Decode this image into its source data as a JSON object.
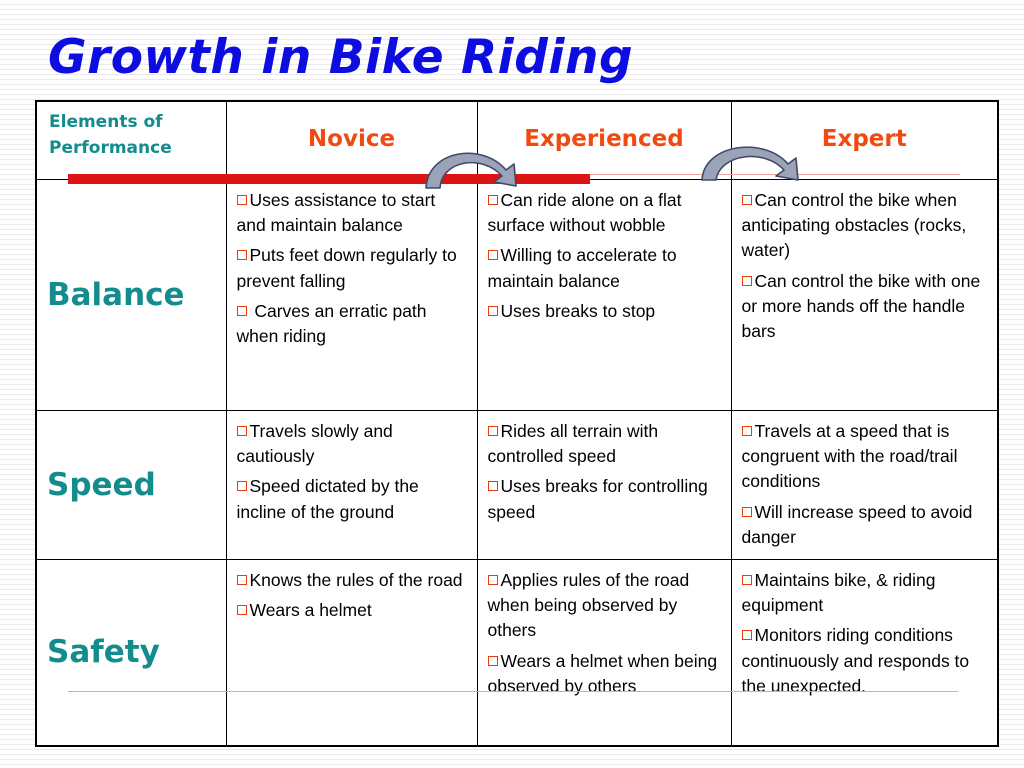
{
  "title": "Growth in Bike Riding",
  "header": {
    "corner_label": "Elements of\nPerformance",
    "levels": [
      "Novice",
      "Experienced",
      "Expert"
    ]
  },
  "rows": [
    {
      "name": "Balance",
      "cells": [
        [
          "Uses assistance to start and maintain balance",
          "Puts feet down regularly to prevent falling",
          " Carves an erratic path when riding"
        ],
        [
          "Can ride alone on a flat surface without wobble",
          "Willing to accelerate to maintain balance",
          "Uses breaks to stop"
        ],
        [
          "Can control the bike when anticipating obstacles (rocks, water)",
          "Can control the bike with one or more hands off the handle bars"
        ]
      ]
    },
    {
      "name": "Speed",
      "cells": [
        [
          "Travels slowly and cautiously",
          "Speed dictated by the incline of the ground"
        ],
        [
          "Rides all terrain with controlled speed",
          "Uses breaks for controlling speed"
        ],
        [
          "Travels at a speed that is congruent with the road/trail conditions",
          "Will increase speed to avoid danger"
        ]
      ]
    },
    {
      "name": "Safety",
      "cells": [
        [
          "Knows the rules of the road",
          "Wears a helmet"
        ],
        [
          "Applies rules of the road when being observed by others",
          "Wears a helmet when being observed by others"
        ],
        [
          "Maintains bike, & riding equipment",
          "Monitors riding conditions continuously and responds to the unexpected."
        ]
      ]
    }
  ],
  "colors": {
    "title": "#0d0de0",
    "level_header": "#f04a10",
    "row_header": "#128c8c",
    "accent_bar": "#dc1414",
    "checkbox": "#e83c0a",
    "arrow": "#9aa3b8"
  },
  "icons": [
    "curved-arrow-icon",
    "checkbox-bullet-icon"
  ]
}
